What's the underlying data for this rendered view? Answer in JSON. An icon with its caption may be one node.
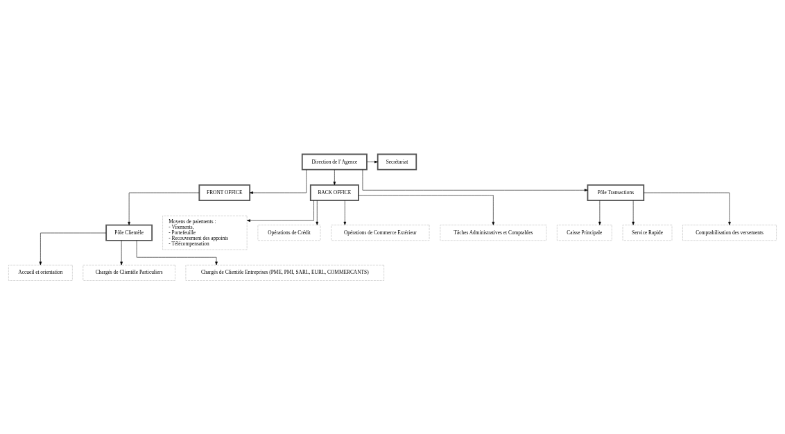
{
  "diagram": {
    "nodes": [
      {
        "text": [
          "Direction de l’Agence"
        ]
      },
      {
        "text": [
          "Secrétariat"
        ]
      },
      {
        "text": [
          "FRONT OFFICE"
        ]
      },
      {
        "text": [
          "BACK OFFICE"
        ]
      },
      {
        "text": [
          "Pôle Clientèle"
        ]
      },
      {
        "text": [
          "Pôle Transactions"
        ]
      },
      {
        "text": [
          "Accueil et orientation"
        ]
      },
      {
        "text": [
          "Chargés de Clientèle Particuliers"
        ]
      },
      {
        "text": [
          "Chargés de Clientèle Entreprises (PME, PMI, SARL, EURL, COMMERCANTS)"
        ]
      },
      {
        "text": [
          "Caisse Principale"
        ]
      },
      {
        "text": [
          "Service Rapide"
        ]
      },
      {
        "text": [
          "Comptabilisation des versements"
        ]
      },
      {
        "text": [
          "Moyens de paiements :",
          "- Virements,",
          "- Portefeuille",
          "- Recouvrement des appoints",
          "- Télécompensation"
        ]
      },
      {
        "text": [
          "Opérations de Crédit"
        ]
      },
      {
        "text": [
          "Opérations de Commerce Extérieur"
        ]
      },
      {
        "text": [
          "Tâches Administratives et Comptables"
        ]
      }
    ],
    "edges": [
      {
        "from": 0,
        "to": 1,
        "arrow": "to"
      },
      {
        "from": 0,
        "to": 2,
        "arrow": "to"
      },
      {
        "from": 0,
        "to": 5,
        "arrow": "to"
      },
      {
        "from": 0,
        "to": 3,
        "arrow": "to"
      },
      {
        "from": 2,
        "to": 4,
        "arrow": "to"
      },
      {
        "from": 4,
        "to": 6,
        "arrow": "to"
      },
      {
        "from": 4,
        "to": 7,
        "arrow": "to"
      },
      {
        "from": 4,
        "to": 8,
        "arrow": "to"
      },
      {
        "from": 5,
        "to": 9,
        "arrow": "to"
      },
      {
        "from": 5,
        "to": 10,
        "arrow": "to"
      },
      {
        "from": 5,
        "to": 11,
        "arrow": "to"
      },
      {
        "from": 3,
        "to": 12,
        "arrow": "to"
      },
      {
        "from": 3,
        "to": 13,
        "arrow": "to"
      },
      {
        "from": 3,
        "to": 14,
        "arrow": "to"
      },
      {
        "from": 3,
        "to": 15,
        "arrow": "to"
      }
    ]
  }
}
